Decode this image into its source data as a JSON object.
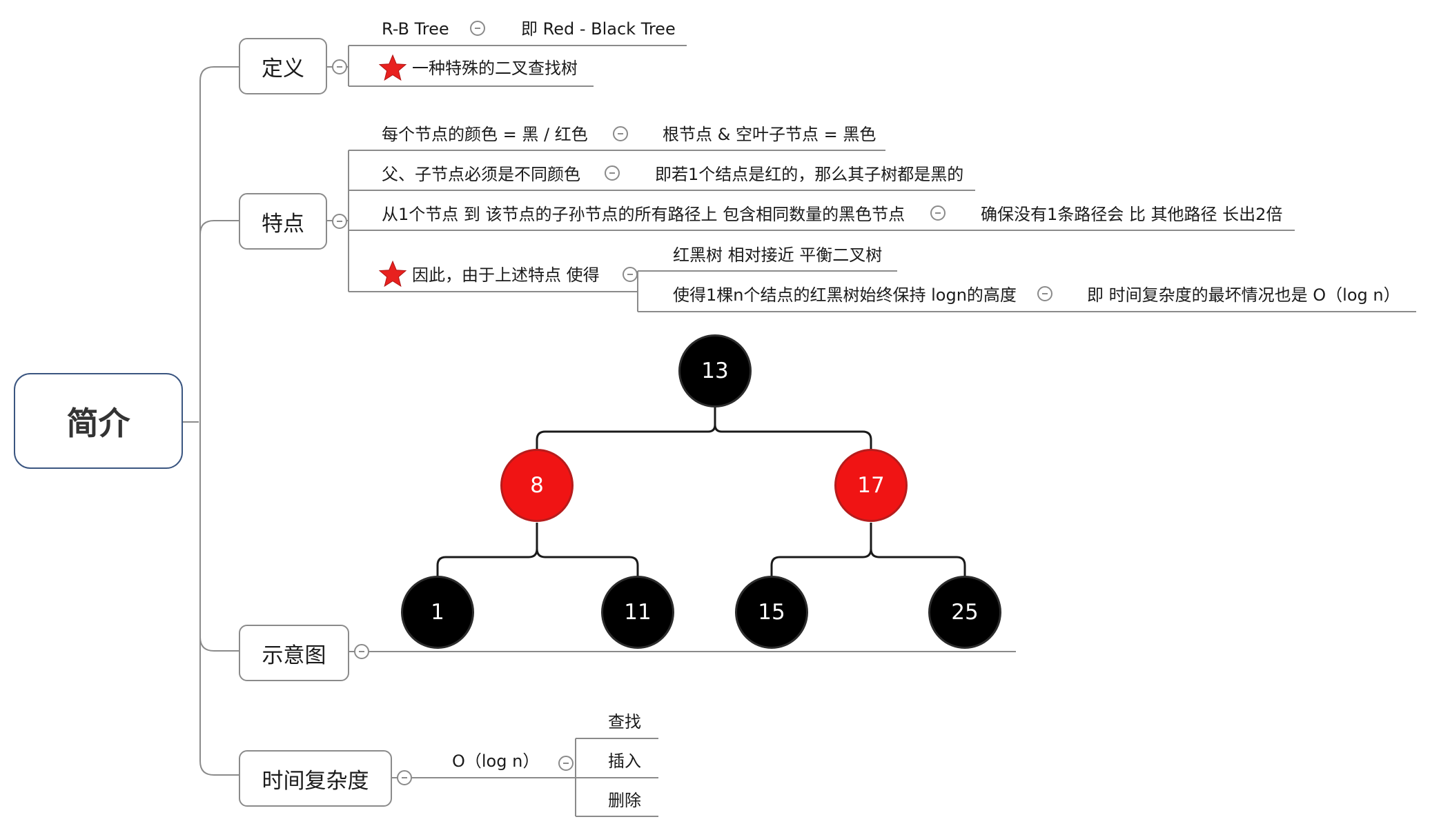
{
  "root": {
    "label": "简介"
  },
  "definition": {
    "label": "定义",
    "rb_tree": "R-B Tree",
    "rb_tree_note": "即 Red - Black Tree",
    "special_bst": "一种特殊的二叉查找树"
  },
  "features": {
    "label": "特点",
    "node_color": "每个节点的颜色 =  黑 / 红色",
    "node_color_note": "根节点 & 空叶子节点 = 黑色",
    "parent_child": "父、子节点必须是不同颜色",
    "parent_child_note": "即若1个结点是红的，那么其子树都是黑的",
    "path_rule": "从1个节点 到 该节点的子孙节点的所有路径上 包含相同数量的黑色节点",
    "path_rule_note": "确保没有1条路径会 比 其他路径 长出2倍",
    "therefore": "因此，由于上述特点 使得",
    "balanced": "红黑树 相对接近 平衡二叉树",
    "height": "使得1棵n个结点的红黑树始终保持 logn的高度",
    "height_note": "即 时间复杂度的最坏情况也是   O（log n）"
  },
  "diagram": {
    "label": "示意图",
    "nodes": {
      "n13": "13",
      "n8": "8",
      "n17": "17",
      "n1": "1",
      "n11": "11",
      "n15": "15",
      "n25": "25"
    },
    "colors": {
      "black_node": "#000000",
      "red_node": "#f01414"
    }
  },
  "complexity": {
    "label": "时间复杂度",
    "value": "O（log n）",
    "ops": [
      "查找",
      "插入",
      "删除"
    ]
  },
  "icons": {
    "collapse": "collapse-minus-icon",
    "star": "red-star-icon"
  }
}
